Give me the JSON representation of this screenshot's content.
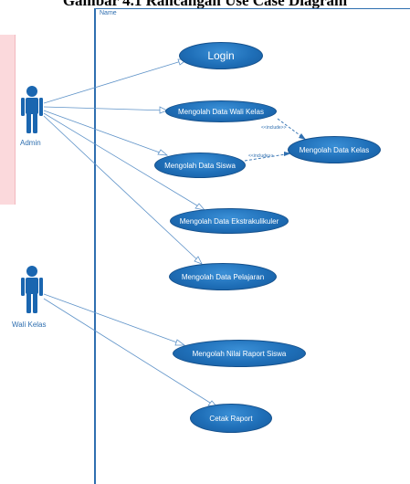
{
  "heading": "Gambar 4.1 Rancangan Use Case Diagram",
  "boundary": {
    "name": "Name"
  },
  "actors": [
    {
      "id": "admin",
      "label": "Admin"
    },
    {
      "id": "wali_kelas",
      "label": "Wali Kelas"
    }
  ],
  "use_cases": [
    {
      "id": "login",
      "label": "Login"
    },
    {
      "id": "wali_kelas",
      "label": "Mengolah Data Wali Kelas"
    },
    {
      "id": "kelas",
      "label": "Mengolah Data Kelas"
    },
    {
      "id": "siswa",
      "label": "Mengolah Data Siswa"
    },
    {
      "id": "ekstrakulikuler",
      "label": "Mengolah Data Ekstrakulikuler"
    },
    {
      "id": "pelajaran",
      "label": "Mengolah Data Pelajaran"
    },
    {
      "id": "nilai_raport",
      "label": "Mengolah Nilai Raport Siswa"
    },
    {
      "id": "cetak_raport",
      "label": "Cetak Raport"
    }
  ],
  "relations": {
    "include_label": "<<include>>"
  },
  "colors": {
    "accent": "#2f6fb0",
    "usecase_fill": "#1f6fb8",
    "actor": "#1a66b0",
    "side_band": "#fbd9dc"
  }
}
